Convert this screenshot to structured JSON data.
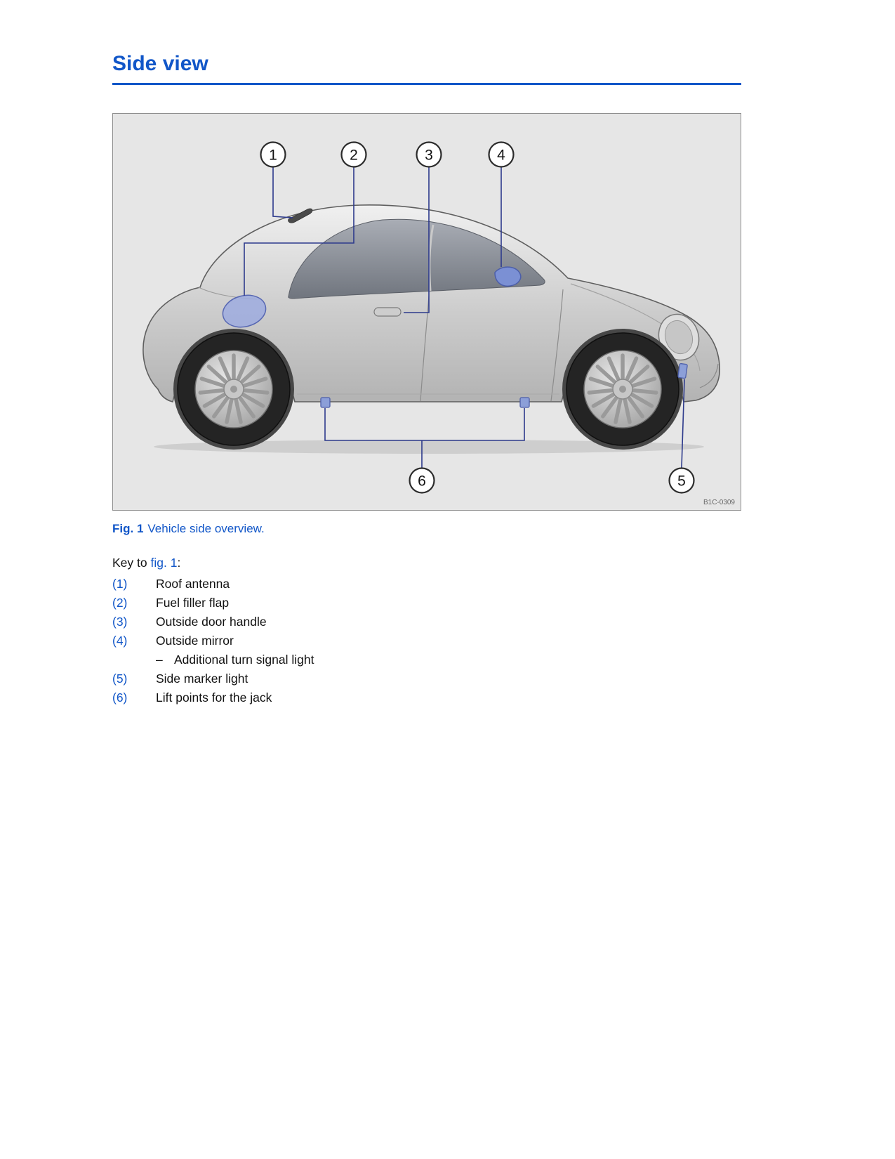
{
  "page": {
    "title": "Side view"
  },
  "figure": {
    "caption_label": "Fig. 1",
    "caption_text": "Vehicle side overview.",
    "image_code": "B1C-0309",
    "callouts": [
      "1",
      "2",
      "3",
      "4",
      "5",
      "6"
    ]
  },
  "key": {
    "intro_prefix": "Key to ",
    "intro_link": "fig. 1",
    "intro_suffix": ":",
    "items": [
      {
        "num": "(1)",
        "label": "Roof antenna"
      },
      {
        "num": "(2)",
        "label": "Fuel filler flap"
      },
      {
        "num": "(3)",
        "label": "Outside door handle"
      },
      {
        "num": "(4)",
        "label": "Outside mirror",
        "sub_dash": "–",
        "sub_label": "Additional turn signal light"
      },
      {
        "num": "(5)",
        "label": "Side marker light"
      },
      {
        "num": "(6)",
        "label": "Lift points for the jack"
      }
    ]
  },
  "colors": {
    "accent_blue": "#1156c8",
    "leader_line": "#2d3a8c",
    "highlighted_part": "#8c9fd8",
    "figure_background": "#e6e6e6"
  }
}
